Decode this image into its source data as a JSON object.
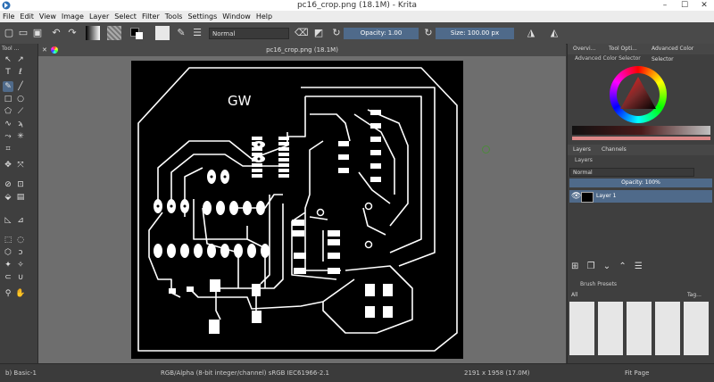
{
  "window": {
    "title": "pc16_crop.png (18.1M)  - Krita",
    "min": "–",
    "max": "☐",
    "close": "✕"
  },
  "menu": [
    "File",
    "Edit",
    "View",
    "Image",
    "Layer",
    "Select",
    "Filter",
    "Tools",
    "Settings",
    "Window",
    "Help"
  ],
  "toolbar": {
    "blend_mode": "Normal",
    "opacity_label": "Opacity:  1.00",
    "size_label": "Size:  100.00 px"
  },
  "toolbox": {
    "header": "Tool ..."
  },
  "document": {
    "tab_title": "pc16_crop.png (18.1M)",
    "pcb_label": "GW"
  },
  "docker": {
    "top_tabs": [
      "Overvi...",
      "Tool Opti...",
      "Advanced Color Selector"
    ],
    "acs_title": "Advanced Color Selector",
    "layer_tabs": [
      "Layers",
      "Channels"
    ],
    "layers_title": "Layers",
    "blend_mode": "Normal",
    "opacity": "Opacity:  100%",
    "layer_name": "Layer 1",
    "brush_title": "Brush Presets",
    "filter": "All",
    "tag": "Tag..."
  },
  "status": {
    "brush": "b) Basic-1",
    "color": "RGB/Alpha (8-bit integer/channel)  sRGB IEC61966-2.1",
    "size": "2191 x 1958 (17.0M)",
    "fit": "Fit Page"
  },
  "colors": {
    "accent": "#4f6a8a",
    "background": "#3b3b3b",
    "pcb": "#000000"
  }
}
